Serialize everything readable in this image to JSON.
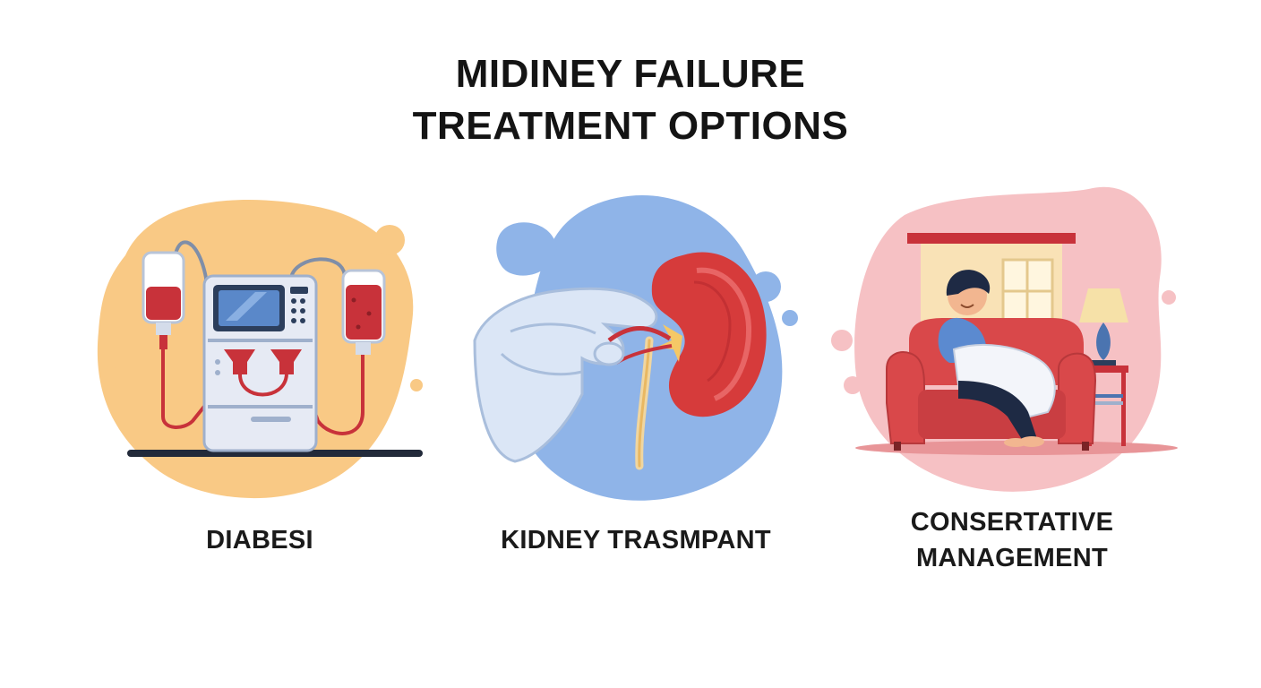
{
  "title": {
    "line1": "MIDINEY FAILURE",
    "line2": "TREATMENT OPTIONS"
  },
  "panels": [
    {
      "label": "DIABESI",
      "icon": "dialysis-machine-icon",
      "blob_color": "#f9c985"
    },
    {
      "label": "KIDNEY TRASMPANT",
      "icon": "kidney-transplant-icon",
      "blob_color": "#8fb4e8"
    },
    {
      "label_line1": "CONSERTATIVE",
      "label_line2": "MANAGEMENT",
      "icon": "person-resting-armchair-icon",
      "blob_color": "#f6c1c4"
    }
  ],
  "colors": {
    "blood_red": "#c8323a",
    "machine_body": "#e6eaf4",
    "screen_blue": "#5a88c9",
    "glove_blue": "#dbe6f6",
    "kidney_red": "#d63b3b",
    "chair_red": "#d9484a",
    "text": "#141414"
  }
}
